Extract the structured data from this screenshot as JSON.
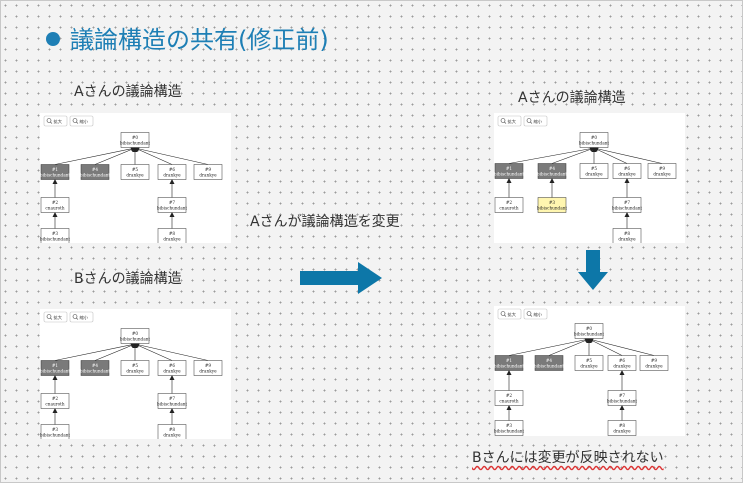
{
  "slide": {
    "title": "議論構造の共有(修正前)",
    "label_a_before": "Aさんの議論構造",
    "label_b_before": "Bさんの議論構造",
    "label_a_after": "Aさんの議論構造",
    "change_caption": "Aさんが議論構造を変更",
    "result_caption": "Bさんには変更が反映されない"
  },
  "colors": {
    "accent": "#1e7fb5",
    "arrow": "#0d77a8",
    "dark_node": "#7a7a7a",
    "highlight_node": "#fff6b0"
  },
  "toolbar": {
    "zoom_in": "拡大",
    "zoom_out": "縮小"
  },
  "graph_nodes": {
    "n0": {
      "id": "#0",
      "text": "bibischundant"
    },
    "n1": {
      "id": "#1",
      "text": "bibischundant"
    },
    "n2": {
      "id": "#2",
      "text": "cnauroth"
    },
    "n3": {
      "id": "#3",
      "text": "bibischundant"
    },
    "n4": {
      "id": "#4",
      "text": "bibischundant"
    },
    "n5": {
      "id": "#5",
      "text": "drankye"
    },
    "n6": {
      "id": "#6",
      "text": "drankye"
    },
    "n7": {
      "id": "#7",
      "text": "bibischundant"
    },
    "n8": {
      "id": "#8",
      "text": "drankye"
    },
    "n9": {
      "id": "#9",
      "text": "drankye"
    }
  }
}
